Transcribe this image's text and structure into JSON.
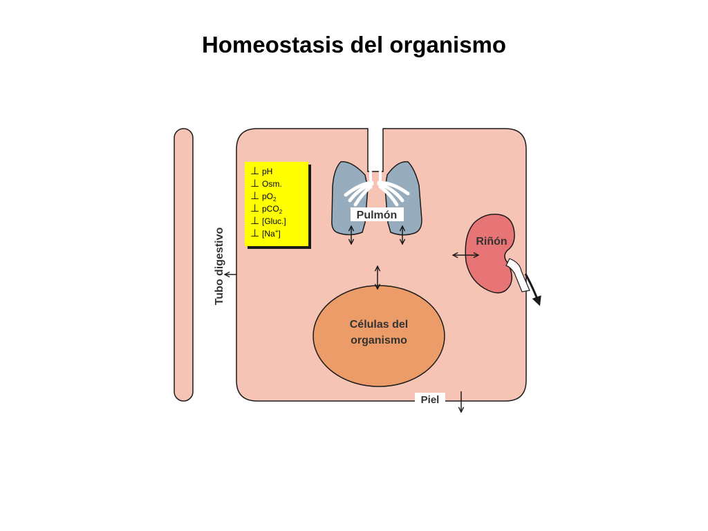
{
  "title": "Homeostasis del organismo",
  "labels": {
    "digestive": "Tubo digestivo",
    "lung": "Pulmón",
    "kidney": "Riñón",
    "cells_line1": "Células del",
    "cells_line2": "organismo",
    "skin": "Piel"
  },
  "indicator_symbol": "⊥",
  "indicators": [
    {
      "text": "pH"
    },
    {
      "text": "Osm."
    },
    {
      "text": "pO",
      "sub": "2"
    },
    {
      "text": "pCO",
      "sub": "2"
    },
    {
      "text": "[Gluc.]"
    },
    {
      "text": "[Na",
      "sup": "+",
      "tail": "]"
    }
  ],
  "colors": {
    "body_fill": "#f5c4b5",
    "cells_fill": "#ec9c68",
    "lung_fill": "#97acbd",
    "kidney_fill": "#e87575",
    "indicator_fill": "#ffff00",
    "outline": "#1a1a1a"
  }
}
